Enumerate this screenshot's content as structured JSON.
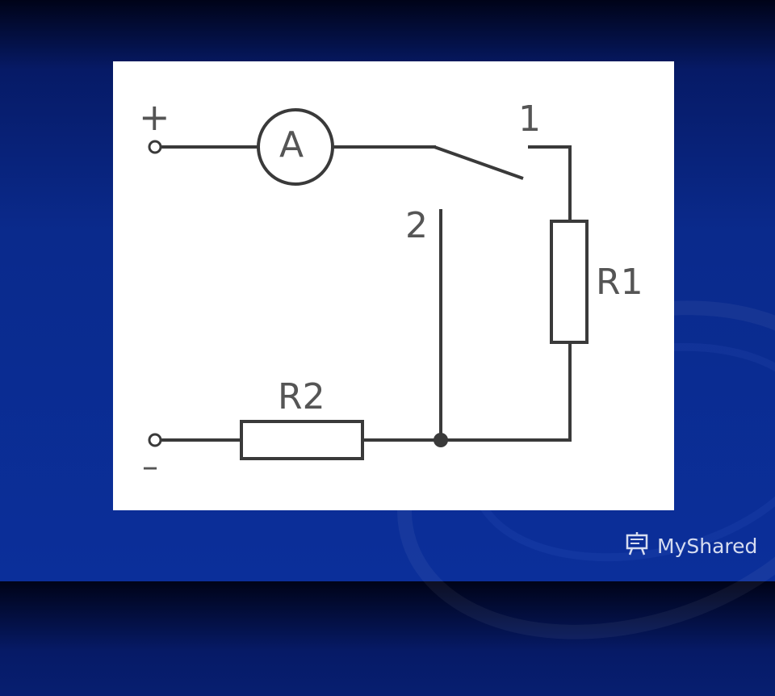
{
  "diagram": {
    "terminal_plus": "+",
    "terminal_minus": "–",
    "ammeter": "A",
    "switch_pos_1": "1",
    "switch_pos_2": "2",
    "resistor_1": "R1",
    "resistor_2": "R2"
  },
  "branding": {
    "watermark": "MyShared"
  },
  "colors": {
    "background": "#0b2f9a",
    "panel": "#ffffff",
    "wire": "#3a3a3a",
    "label": "#555555"
  }
}
